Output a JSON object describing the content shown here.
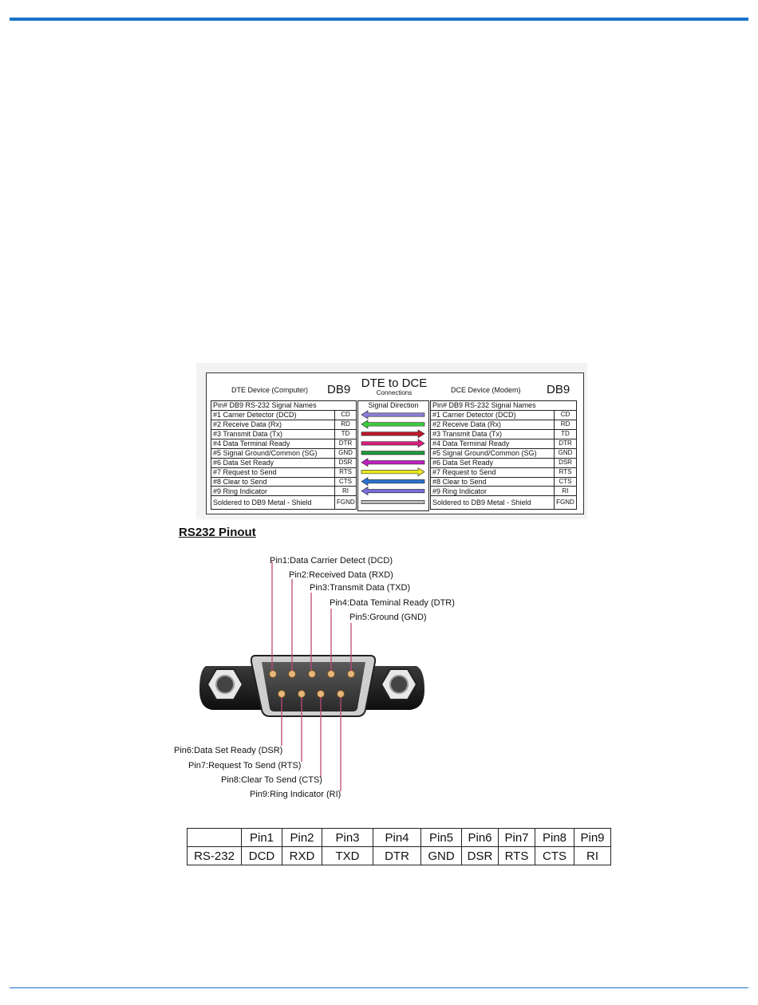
{
  "dte_dce_figure": {
    "left_caption": "DTE Device (Computer)",
    "right_caption": "DCE Device (Modem)",
    "left_db9": "DB9",
    "right_db9": "DB9",
    "title": "DTE to DCE",
    "subtitle": "Connections",
    "left_header": "Pin#  DB9     RS-232 Signal Names",
    "right_header": "Pin#  DB9     RS-232 Signal Names",
    "direction_header": "Signal Direction",
    "rows": [
      {
        "name": "#1  Carrier Detector (DCD)",
        "abbr": "CD",
        "dir": "left",
        "color": "#8a7fd8"
      },
      {
        "name": "#2  Receive Data (Rx)",
        "abbr": "RD",
        "dir": "left",
        "color": "#3ecb3e"
      },
      {
        "name": "#3  Transmit Data (Tx)",
        "abbr": "TD",
        "dir": "right",
        "color": "#c0182a"
      },
      {
        "name": "#4  Data Terminal Ready",
        "abbr": "DTR",
        "dir": "right",
        "color": "#d81d7a"
      },
      {
        "name": "#5  Signal Ground/Common (SG)",
        "abbr": "GND",
        "dir": "none",
        "color": "#1f9a3a"
      },
      {
        "name": "#6  Data Set Ready",
        "abbr": "DSR",
        "dir": "left",
        "color": "#c020c0"
      },
      {
        "name": "#7  Request to Send",
        "abbr": "RTS",
        "dir": "right",
        "color": "#e8e820"
      },
      {
        "name": "#8  Clear to Send",
        "abbr": "CTS",
        "dir": "left",
        "color": "#2a74d0"
      },
      {
        "name": "#9  Ring Indicator",
        "abbr": "RI",
        "dir": "left",
        "color": "#7a6fd6"
      },
      {
        "name": "Soldered to DB9 Metal - Shield",
        "abbr": "FGND",
        "dir": "none",
        "color": "#bbbbbb"
      }
    ]
  },
  "pinout": {
    "heading": "RS232 Pinout",
    "labels": {
      "pin1": "Pin1:Data Carrier Detect (DCD)",
      "pin2": "Pin2:Received Data (RXD)",
      "pin3": "Pin3:Transmit Data (TXD)",
      "pin4": "Pin4:Data Teminal Ready (DTR)",
      "pin5": "Pin5:Ground (GND)",
      "pin6": "Pin6:Data Set Ready (DSR)",
      "pin7": "Pin7:Request To Send (RTS)",
      "pin8": "Pin8:Clear To Send (CTS)",
      "pin9": "Pin9:Ring Indicator (RI)"
    }
  },
  "pin_table": {
    "header": [
      "",
      "Pin1",
      "Pin2",
      "Pin3",
      "Pin4",
      "Pin5",
      "Pin6",
      "Pin7",
      "Pin8",
      "Pin9"
    ],
    "row": [
      "RS-232",
      "DCD",
      "RXD",
      "TXD",
      "DTR",
      "GND",
      "DSR",
      "RTS",
      "CTS",
      "RI"
    ]
  },
  "colors": {
    "accent_rule": "#1a73c8",
    "pin_line": "#c0487a"
  }
}
